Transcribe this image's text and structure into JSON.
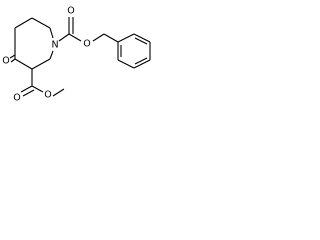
{
  "molecule": {
    "atoms": {
      "ring_nitrogen": "N",
      "carbamate_carbonyl_oxygen": "O",
      "carbamate_ether_oxygen": "O",
      "ketone_oxygen": "O",
      "ester_carbonyl_oxygen": "O",
      "ester_ether_oxygen": "O"
    }
  },
  "colors": {
    "bond": "#000000",
    "label": "#000000",
    "background": "#ffffff"
  }
}
